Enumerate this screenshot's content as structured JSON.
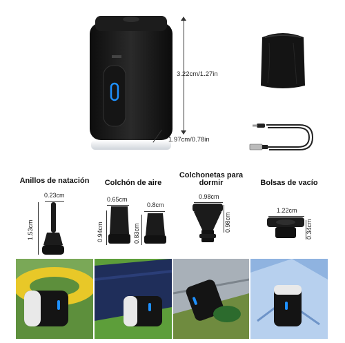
{
  "product": {
    "height_dimension": "3.22cm/1.27in",
    "width_dimension": "1.97cm/0.78in"
  },
  "uses": [
    {
      "title": "Anillos de natación",
      "dims": [
        "0.23cm",
        "1.53cm"
      ]
    },
    {
      "title": "Colchón de aire",
      "dims": [
        "0.65cm",
        "0.94cm",
        "0.8cm",
        "0.83cm"
      ]
    },
    {
      "title": "Colchonetas para dormir",
      "dims": [
        "0.98cm",
        "0.98cm"
      ]
    },
    {
      "title": "Bolsas de vacío",
      "dims": [
        "1.22cm",
        "0.34cm"
      ]
    }
  ],
  "colors": {
    "accent": "#1e90ff",
    "device": "#1a1a1a",
    "divider": "#333333"
  }
}
